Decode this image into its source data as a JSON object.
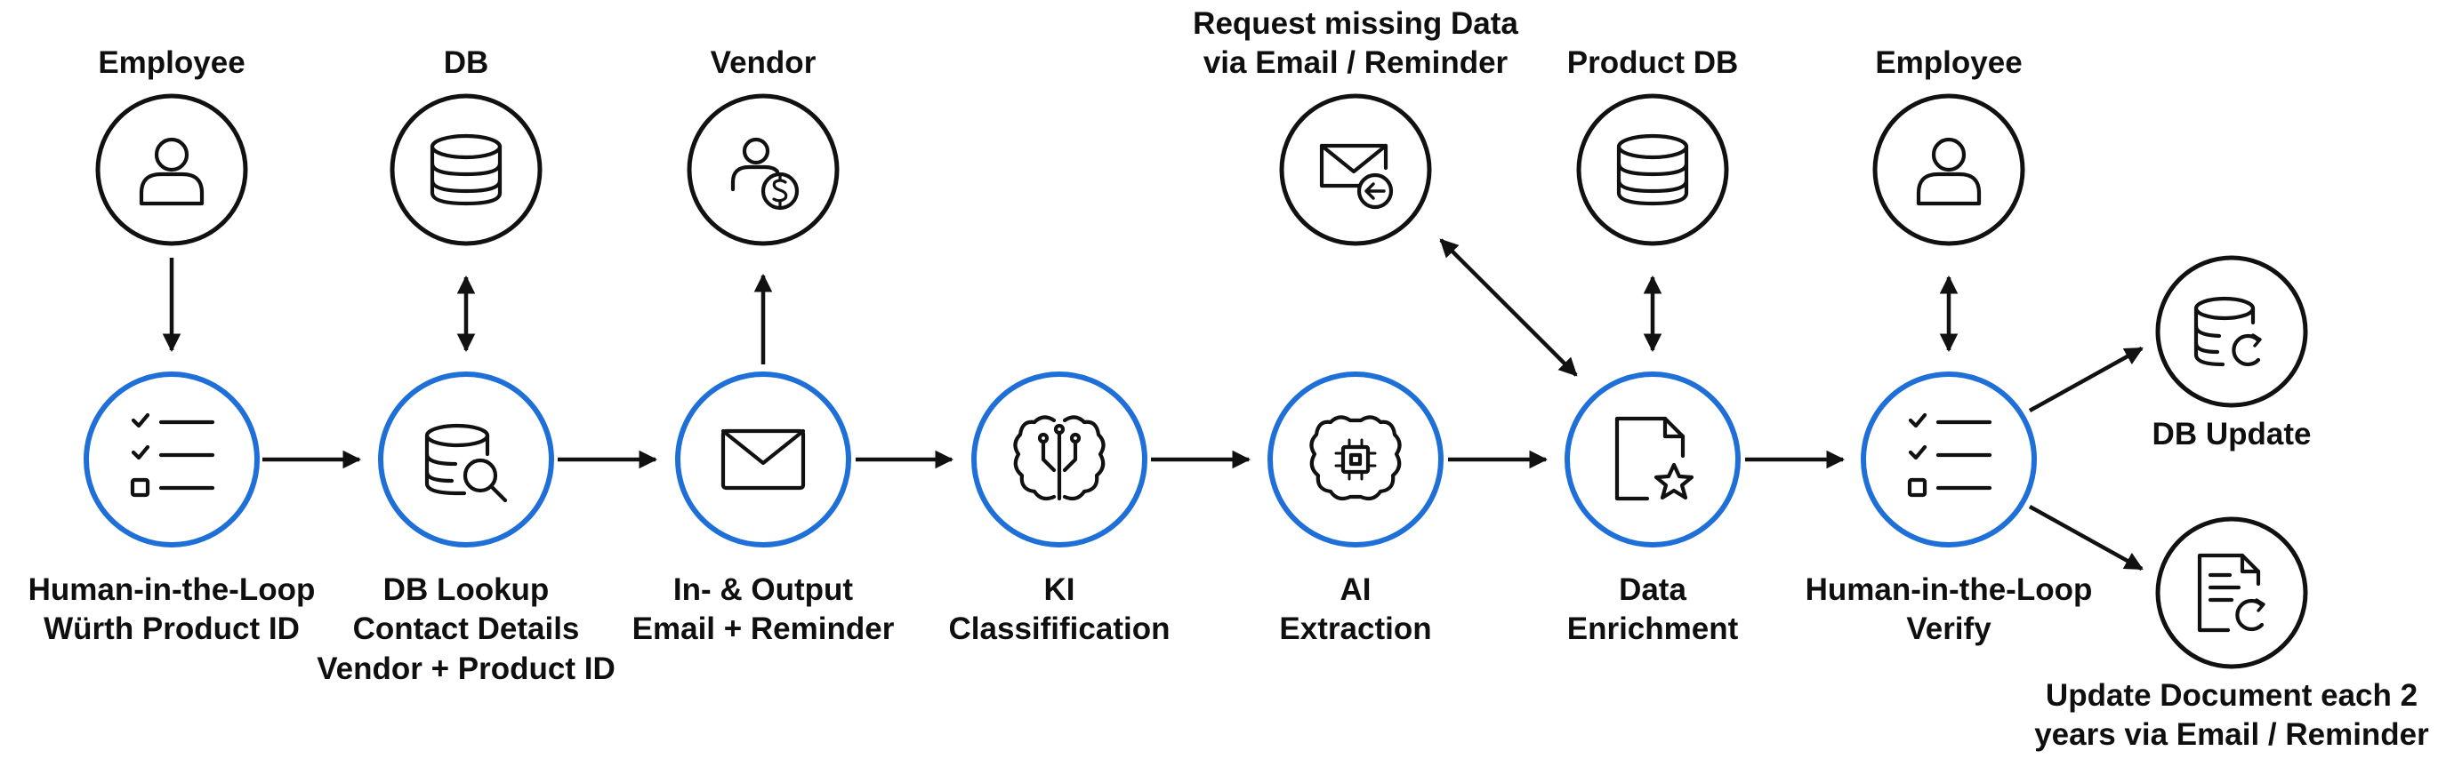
{
  "nodes": {
    "hitl_product_id": {
      "label": [
        "Human-in-the-Loop",
        "Würth Product ID"
      ],
      "icon": "checklist-icon"
    },
    "db_lookup": {
      "label": [
        "DB Lookup",
        "Contact Details",
        "Vendor + Product ID"
      ],
      "icon": "database-search-icon"
    },
    "io_email": {
      "label": [
        "In- & Output",
        "Email + Reminder"
      ],
      "icon": "envelope-icon"
    },
    "ki_class": {
      "label": [
        "KI",
        "Classifification"
      ],
      "icon": "brain-circuit-icon"
    },
    "ai_extract": {
      "label": [
        "AI",
        "Extraction"
      ],
      "icon": "brain-chip-icon"
    },
    "data_enrich": {
      "label": [
        "Data",
        "Enrichment"
      ],
      "icon": "document-star-icon"
    },
    "hitl_verify": {
      "label": [
        "Human-in-the-Loop",
        "Verify"
      ],
      "icon": "checklist-icon"
    }
  },
  "actors": {
    "employee_1": {
      "label": [
        "Employee"
      ],
      "icon": "person-icon"
    },
    "db": {
      "label": [
        "DB"
      ],
      "icon": "database-icon"
    },
    "vendor": {
      "label": [
        "Vendor"
      ],
      "icon": "person-dollar-icon"
    },
    "request_missing": {
      "label": [
        "Request missing Data",
        "via Email / Reminder"
      ],
      "icon": "mail-return-icon"
    },
    "product_db": {
      "label": [
        "Product DB"
      ],
      "icon": "database-icon"
    },
    "employee_2": {
      "label": [
        "Employee"
      ],
      "icon": "person-icon"
    }
  },
  "outputs": {
    "db_update": {
      "label": [
        "DB Update"
      ],
      "icon": "database-refresh-icon"
    },
    "update_document": {
      "label": [
        "Update Document each 2",
        "years via Email / Reminder"
      ],
      "icon": "document-refresh-icon"
    }
  },
  "colors": {
    "process_ring": "#1f6fd8",
    "actor_ring": "#111111",
    "text": "#0f0f0f"
  }
}
